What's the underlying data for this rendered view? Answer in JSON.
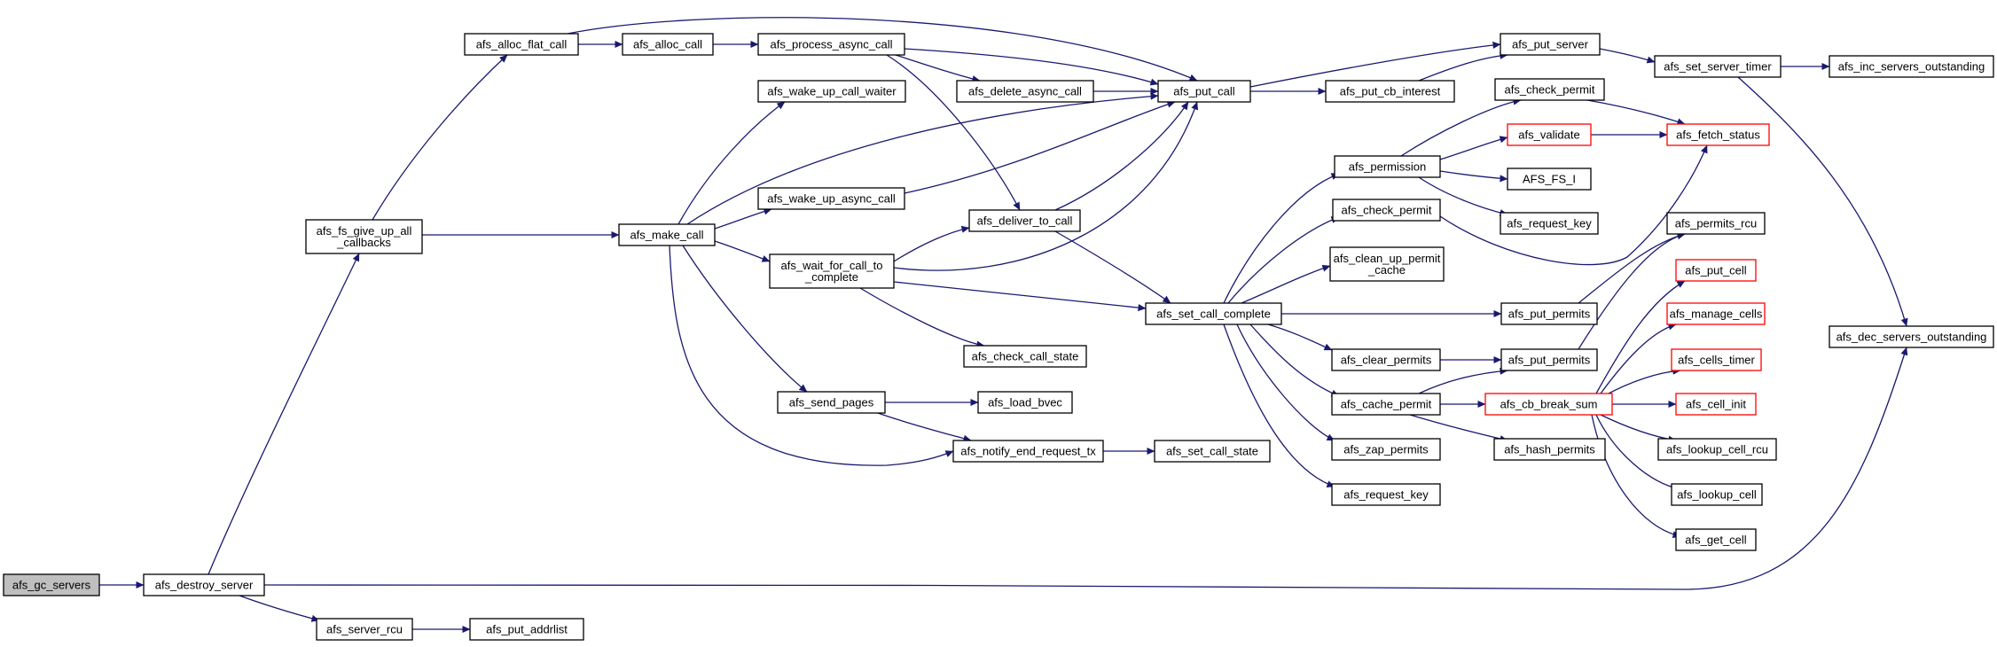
{
  "nodes": [
    {
      "id": "gc",
      "lines": [
        "afs_gc_servers"
      ],
      "root": true
    },
    {
      "id": "destroy",
      "lines": [
        "afs_destroy_server"
      ]
    },
    {
      "id": "giveup",
      "lines": [
        "afs_fs_give_up_all",
        "_callbacks"
      ]
    },
    {
      "id": "server_rcu",
      "lines": [
        "afs_server_rcu"
      ]
    },
    {
      "id": "put_addrlist",
      "lines": [
        "afs_put_addrlist"
      ]
    },
    {
      "id": "alloc_flat",
      "lines": [
        "afs_alloc_flat_call"
      ]
    },
    {
      "id": "make_call",
      "lines": [
        "afs_make_call"
      ]
    },
    {
      "id": "alloc_call",
      "lines": [
        "afs_alloc_call"
      ]
    },
    {
      "id": "process_async",
      "lines": [
        "afs_process_async_call"
      ]
    },
    {
      "id": "wake_waiter",
      "lines": [
        "afs_wake_up_call_waiter"
      ]
    },
    {
      "id": "wake_async",
      "lines": [
        "afs_wake_up_async_call"
      ]
    },
    {
      "id": "wait_for",
      "lines": [
        "afs_wait_for_call_to",
        "_complete"
      ]
    },
    {
      "id": "send_pages",
      "lines": [
        "afs_send_pages"
      ]
    },
    {
      "id": "delete_async",
      "lines": [
        "afs_delete_async_call"
      ]
    },
    {
      "id": "deliver",
      "lines": [
        "afs_deliver_to_call"
      ]
    },
    {
      "id": "check_state",
      "lines": [
        "afs_check_call_state"
      ]
    },
    {
      "id": "load_bvec",
      "lines": [
        "afs_load_bvec"
      ]
    },
    {
      "id": "notify_end",
      "lines": [
        "afs_notify_end_request_tx"
      ]
    },
    {
      "id": "put_call",
      "lines": [
        "afs_put_call"
      ]
    },
    {
      "id": "set_complete",
      "lines": [
        "afs_set_call_complete"
      ]
    },
    {
      "id": "set_state",
      "lines": [
        "afs_set_call_state"
      ]
    },
    {
      "id": "put_cb_interest",
      "lines": [
        "afs_put_cb_interest"
      ]
    },
    {
      "id": "permission",
      "lines": [
        "afs_permission"
      ]
    },
    {
      "id": "check_permit1",
      "lines": [
        "afs_check_permit"
      ]
    },
    {
      "id": "cleanup_permit",
      "lines": [
        "afs_clean_up_permit",
        "_cache"
      ]
    },
    {
      "id": "clear_permits",
      "lines": [
        "afs_clear_permits"
      ]
    },
    {
      "id": "cache_permit",
      "lines": [
        "afs_cache_permit"
      ]
    },
    {
      "id": "zap_permits",
      "lines": [
        "afs_zap_permits"
      ]
    },
    {
      "id": "request_key1",
      "lines": [
        "afs_request_key"
      ]
    },
    {
      "id": "put_server",
      "lines": [
        "afs_put_server"
      ]
    },
    {
      "id": "check_permit2",
      "lines": [
        "afs_check_permit"
      ]
    },
    {
      "id": "validate",
      "lines": [
        "afs_validate"
      ],
      "red": true
    },
    {
      "id": "afs_fs_i",
      "lines": [
        "AFS_FS_I"
      ]
    },
    {
      "id": "request_key2",
      "lines": [
        "afs_request_key"
      ]
    },
    {
      "id": "put_permits1",
      "lines": [
        "afs_put_permits"
      ]
    },
    {
      "id": "put_permits2",
      "lines": [
        "afs_put_permits"
      ]
    },
    {
      "id": "cb_break_sum",
      "lines": [
        "afs_cb_break_sum"
      ],
      "red": true
    },
    {
      "id": "hash_permits",
      "lines": [
        "afs_hash_permits"
      ]
    },
    {
      "id": "set_server_timer",
      "lines": [
        "afs_set_server_timer"
      ]
    },
    {
      "id": "fetch_status",
      "lines": [
        "afs_fetch_status"
      ],
      "red": true
    },
    {
      "id": "permits_rcu",
      "lines": [
        "afs_permits_rcu"
      ]
    },
    {
      "id": "put_cell",
      "lines": [
        "afs_put_cell"
      ],
      "red": true
    },
    {
      "id": "manage_cells",
      "lines": [
        "afs_manage_cells"
      ],
      "red": true
    },
    {
      "id": "cells_timer",
      "lines": [
        "afs_cells_timer"
      ],
      "red": true
    },
    {
      "id": "cell_init",
      "lines": [
        "afs_cell_init"
      ],
      "red": true
    },
    {
      "id": "lookup_cell_rcu",
      "lines": [
        "afs_lookup_cell_rcu"
      ]
    },
    {
      "id": "lookup_cell",
      "lines": [
        "afs_lookup_cell"
      ]
    },
    {
      "id": "get_cell",
      "lines": [
        "afs_get_cell"
      ]
    },
    {
      "id": "inc_outstanding",
      "lines": [
        "afs_inc_servers_outstanding"
      ]
    },
    {
      "id": "dec_outstanding",
      "lines": [
        "afs_dec_servers_outstanding"
      ]
    }
  ],
  "edges": [
    [
      "gc",
      "destroy"
    ],
    [
      "destroy",
      "giveup"
    ],
    [
      "destroy",
      "server_rcu"
    ],
    [
      "destroy",
      "dec_outstanding"
    ],
    [
      "server_rcu",
      "put_addrlist"
    ],
    [
      "giveup",
      "alloc_flat"
    ],
    [
      "giveup",
      "make_call"
    ],
    [
      "alloc_flat",
      "alloc_call"
    ],
    [
      "alloc_flat",
      "put_call"
    ],
    [
      "alloc_call",
      "process_async"
    ],
    [
      "process_async",
      "put_call"
    ],
    [
      "process_async",
      "delete_async"
    ],
    [
      "process_async",
      "deliver"
    ],
    [
      "make_call",
      "wake_waiter"
    ],
    [
      "make_call",
      "put_call"
    ],
    [
      "make_call",
      "wake_async"
    ],
    [
      "make_call",
      "wait_for"
    ],
    [
      "make_call",
      "send_pages"
    ],
    [
      "make_call",
      "notify_end"
    ],
    [
      "wake_async",
      "put_call"
    ],
    [
      "delete_async",
      "put_call"
    ],
    [
      "wait_for",
      "deliver"
    ],
    [
      "wait_for",
      "put_call"
    ],
    [
      "wait_for",
      "set_complete"
    ],
    [
      "wait_for",
      "check_state"
    ],
    [
      "send_pages",
      "load_bvec"
    ],
    [
      "send_pages",
      "notify_end"
    ],
    [
      "deliver",
      "put_call"
    ],
    [
      "deliver",
      "set_complete"
    ],
    [
      "notify_end",
      "set_state"
    ],
    [
      "put_call",
      "put_server"
    ],
    [
      "put_call",
      "put_cb_interest"
    ],
    [
      "put_cb_interest",
      "put_server"
    ],
    [
      "put_server",
      "set_server_timer"
    ],
    [
      "set_server_timer",
      "inc_outstanding"
    ],
    [
      "set_server_timer",
      "dec_outstanding"
    ],
    [
      "set_complete",
      "permission"
    ],
    [
      "set_complete",
      "check_permit1"
    ],
    [
      "set_complete",
      "cleanup_permit"
    ],
    [
      "set_complete",
      "put_permits1"
    ],
    [
      "set_complete",
      "clear_permits"
    ],
    [
      "set_complete",
      "cache_permit"
    ],
    [
      "set_complete",
      "zap_permits"
    ],
    [
      "set_complete",
      "request_key1"
    ],
    [
      "permission",
      "check_permit2"
    ],
    [
      "permission",
      "validate"
    ],
    [
      "permission",
      "afs_fs_i"
    ],
    [
      "permission",
      "request_key2"
    ],
    [
      "check_permit2",
      "fetch_status"
    ],
    [
      "validate",
      "fetch_status"
    ],
    [
      "check_permit1",
      "fetch_status"
    ],
    [
      "put_permits1",
      "permits_rcu"
    ],
    [
      "clear_permits",
      "put_permits2"
    ],
    [
      "cache_permit",
      "put_permits2"
    ],
    [
      "cache_permit",
      "cb_break_sum"
    ],
    [
      "cache_permit",
      "hash_permits"
    ],
    [
      "put_permits2",
      "permits_rcu"
    ],
    [
      "cb_break_sum",
      "put_cell"
    ],
    [
      "cb_break_sum",
      "manage_cells"
    ],
    [
      "cb_break_sum",
      "cells_timer"
    ],
    [
      "cb_break_sum",
      "cell_init"
    ],
    [
      "cb_break_sum",
      "lookup_cell_rcu"
    ],
    [
      "cb_break_sum",
      "lookup_cell"
    ],
    [
      "cb_break_sum",
      "get_cell"
    ]
  ]
}
